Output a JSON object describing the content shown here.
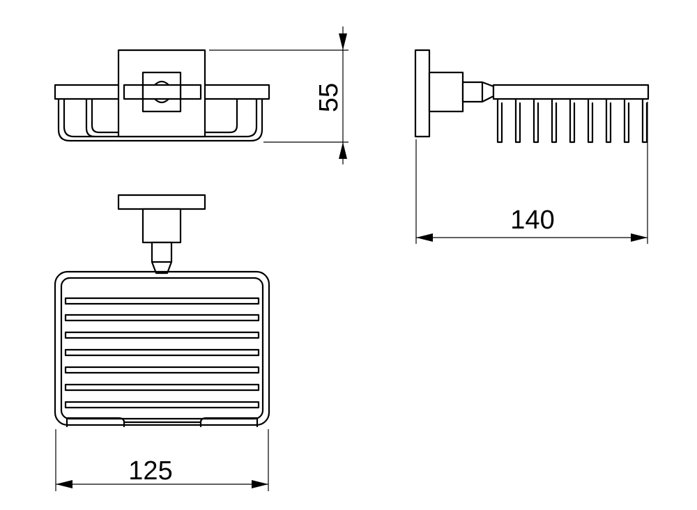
{
  "dimensions": {
    "height": "55",
    "depth": "140",
    "width": "125"
  },
  "colors": {
    "line": "#000000",
    "background": "#ffffff"
  }
}
